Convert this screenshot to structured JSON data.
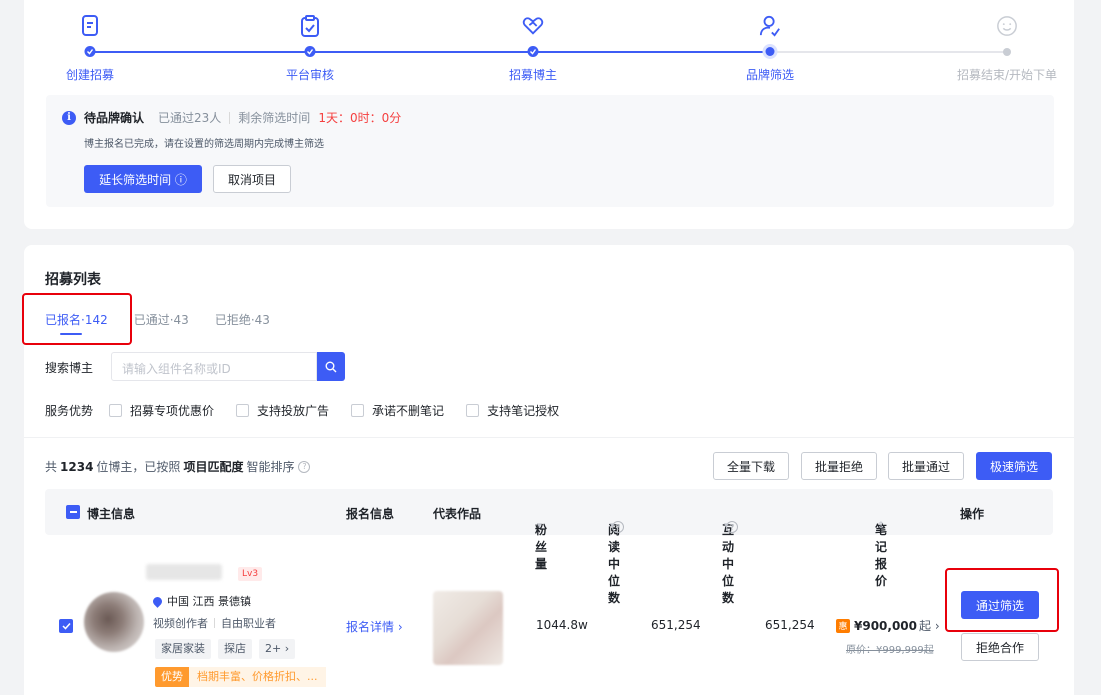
{
  "steps": [
    {
      "label": "创建招募",
      "icon": "document-icon",
      "state": "done"
    },
    {
      "label": "平台审核",
      "icon": "clipboard-check-icon",
      "state": "done"
    },
    {
      "label": "招募博主",
      "icon": "handshake-icon",
      "state": "done"
    },
    {
      "label": "品牌筛选",
      "icon": "user-check-icon",
      "state": "current"
    },
    {
      "label": "招募结束/开始下单",
      "icon": "smile-icon",
      "state": "pending"
    }
  ],
  "notice": {
    "title": "待品牌确认",
    "passed": "已通过23人",
    "remaining_label": "剩余筛选时间",
    "countdown": "1天：0时：0分",
    "description": "博主报名已完成，请在设置的筛选周期内完成博主筛选",
    "extend_button": "延长筛选时间 ⓘ",
    "cancel_button": "取消项目"
  },
  "list": {
    "title": "招募列表",
    "tabs": [
      "已报名·142",
      "已通过·43",
      "已拒绝·43"
    ],
    "search_label": "搜索博主",
    "search_placeholder": "请输入组件名称或ID",
    "service_label": "服务优势",
    "service_options": [
      "招募专项优惠价",
      "支持投放广告",
      "承诺不删笔记",
      "支持笔记授权"
    ],
    "total_prefix": "共",
    "total_count": "1234",
    "total_mid": "位博主，已按照",
    "total_strong": "项目匹配度",
    "total_suffix": "智能排序",
    "actions": {
      "download": "全量下载",
      "batch_reject": "批量拒绝",
      "batch_pass": "批量通过",
      "quick_filter": "极速筛选"
    },
    "columns": {
      "blogger": "博主信息",
      "signup": "报名信息",
      "works": "代表作品",
      "fans": "粉丝量",
      "read_median": "阅读中位数",
      "interact_median": "互动中位数",
      "price": "笔记报价",
      "ops": "操作"
    },
    "row": {
      "level": "Lv3",
      "location": "中国 江西 景德镇",
      "role1": "视频创作者",
      "role2": "自由职业者",
      "tags": [
        "家居家装",
        "探店",
        "2+ ›"
      ],
      "adv_key": "优势",
      "adv_val": "档期丰富、价格折扣、...",
      "detail": "报名详情 ›",
      "fans": "1044.8w",
      "read": "651,254",
      "interact": "651,254",
      "price_badge": "惠",
      "price": "¥900,000",
      "price_unit": "起 ›",
      "orig_price": "原价：¥999,999起",
      "pass_button": "通过筛选",
      "reject_button": "拒绝合作"
    }
  },
  "colors": {
    "primary": "#3d5cf5",
    "danger": "#f53f3f",
    "highlight": "#e8000b"
  }
}
